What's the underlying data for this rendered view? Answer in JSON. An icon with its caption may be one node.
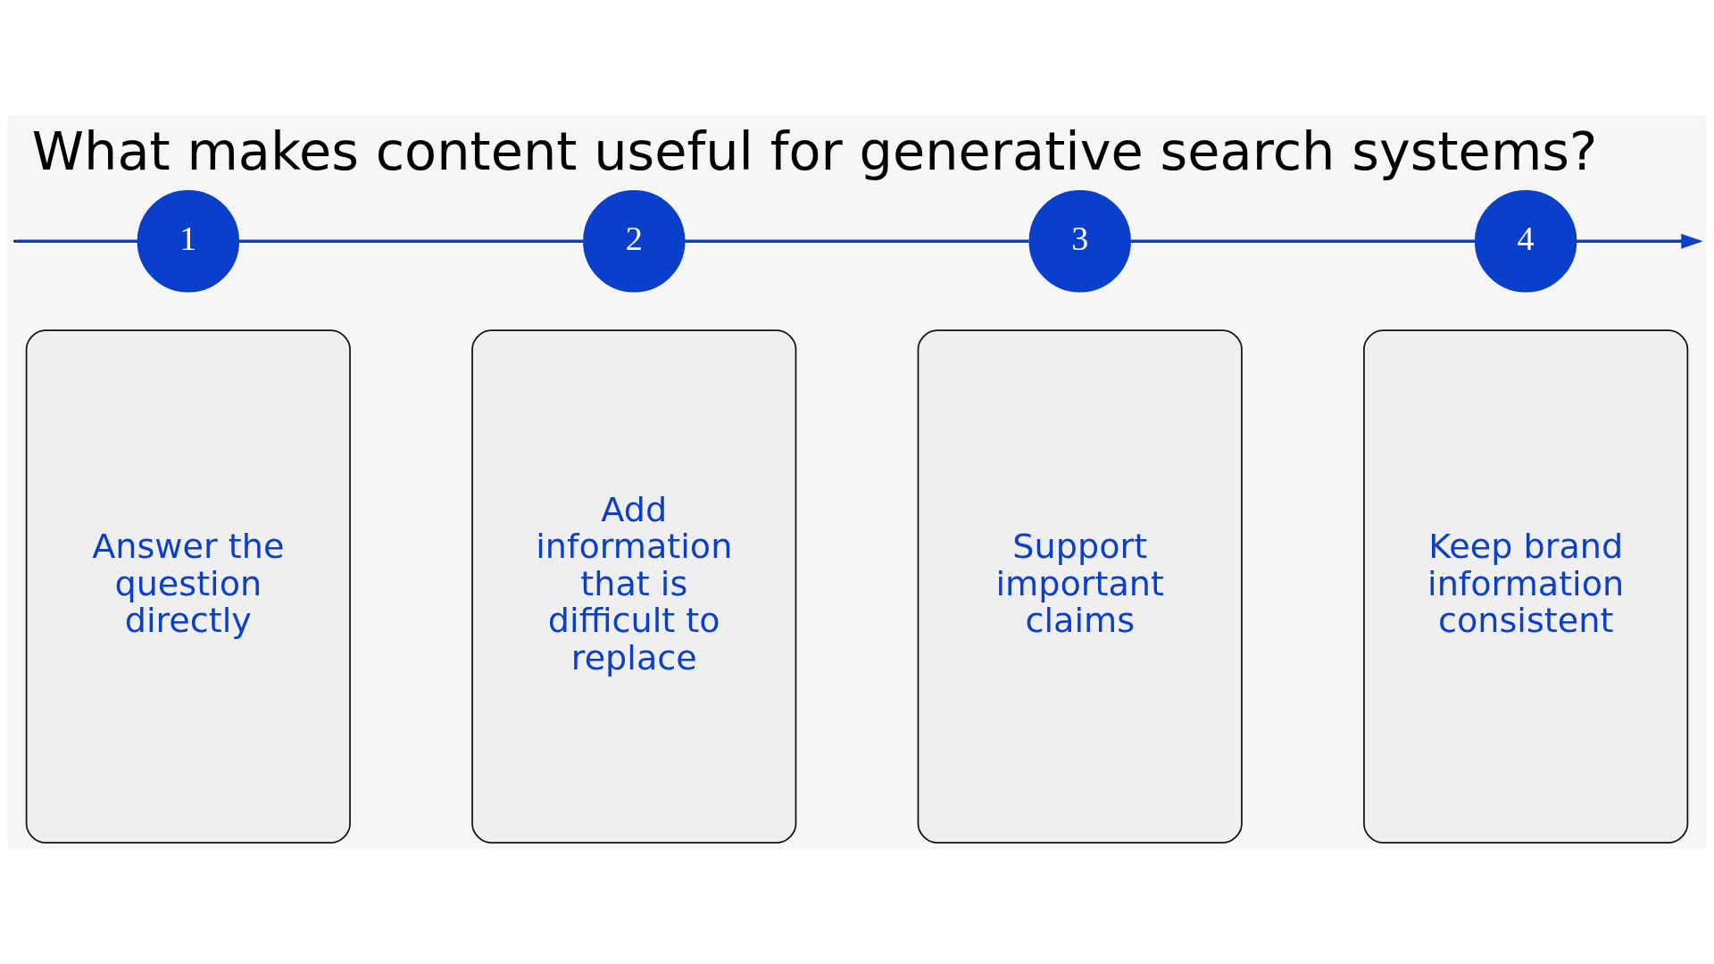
{
  "diagram": {
    "title": "What makes content useful for generative search systems?",
    "nodes": [
      {
        "text": [
          "1"
        ]
      },
      {
        "text": [
          "2"
        ]
      },
      {
        "text": [
          "3"
        ]
      },
      {
        "text": [
          "4"
        ]
      },
      {
        "text": [
          "Answer the question directly"
        ]
      },
      {
        "text": [
          "Add information that is difficult to replace"
        ]
      },
      {
        "text": [
          "Support important claims"
        ]
      },
      {
        "text": [
          "Keep brand information consistent"
        ]
      }
    ],
    "edges": [
      {
        "from": null,
        "to": 0,
        "arrow": "none"
      },
      {
        "from": 0,
        "to": 1,
        "arrow": "none"
      },
      {
        "from": 1,
        "to": 2,
        "arrow": "none"
      },
      {
        "from": 2,
        "to": 3,
        "arrow": "none"
      },
      {
        "from": 3,
        "to": null,
        "arrow": "to"
      }
    ]
  }
}
